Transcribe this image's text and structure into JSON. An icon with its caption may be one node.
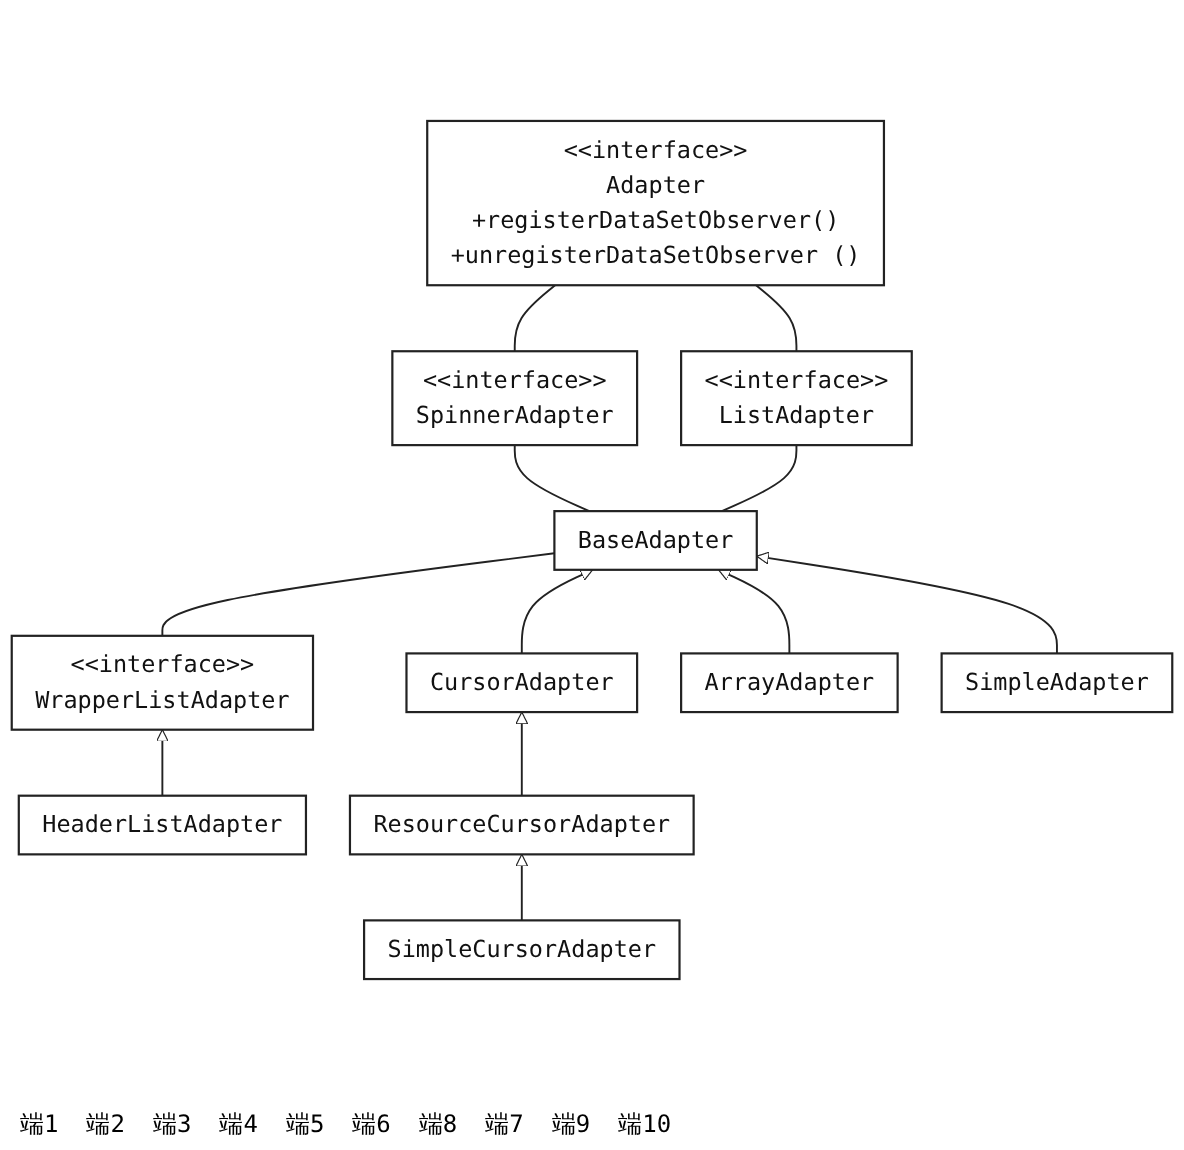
{
  "diagram": {
    "nodes": [
      {
        "text": [
          "<<interface>>",
          "Adapter",
          "+registerDataSetObserver()",
          "+unregisterDataSetObserver ()"
        ]
      },
      {
        "text": [
          "<<interface>>",
          "SpinnerAdapter"
        ]
      },
      {
        "text": [
          "<<interface>>",
          "ListAdapter"
        ]
      },
      {
        "text": [
          "BaseAdapter"
        ]
      },
      {
        "text": [
          "<<interface>>",
          "WrapperListAdapter"
        ]
      },
      {
        "text": [
          "CursorAdapter"
        ]
      },
      {
        "text": [
          "ArrayAdapter"
        ]
      },
      {
        "text": [
          "SimpleAdapter"
        ]
      },
      {
        "text": [
          "ResourceCursorAdapter"
        ]
      },
      {
        "text": [
          "HeaderListAdapter"
        ]
      },
      {
        "text": [
          "SimpleCursorAdapter"
        ]
      }
    ],
    "edges": [
      {
        "from": 0,
        "to": 1,
        "arrow": "none"
      },
      {
        "from": 0,
        "to": 2,
        "arrow": "none"
      },
      {
        "from": 1,
        "to": 3,
        "arrow": "none"
      },
      {
        "from": 2,
        "to": 3,
        "arrow": "none"
      },
      {
        "from": 3,
        "to": 4,
        "arrow": "none"
      },
      {
        "from": 5,
        "to": 3,
        "arrow": "to"
      },
      {
        "from": 6,
        "to": 3,
        "arrow": "to"
      },
      {
        "from": 7,
        "to": 3,
        "arrow": "to"
      },
      {
        "from": 8,
        "to": 5,
        "arrow": "to"
      },
      {
        "from": 10,
        "to": 8,
        "arrow": "to"
      },
      {
        "from": 9,
        "to": 4,
        "arrow": "to"
      }
    ],
    "labels": [
      "端1",
      "端2",
      "端3",
      "端4",
      "端5",
      "端6",
      "端8",
      "端7",
      "端9",
      "端10"
    ]
  }
}
